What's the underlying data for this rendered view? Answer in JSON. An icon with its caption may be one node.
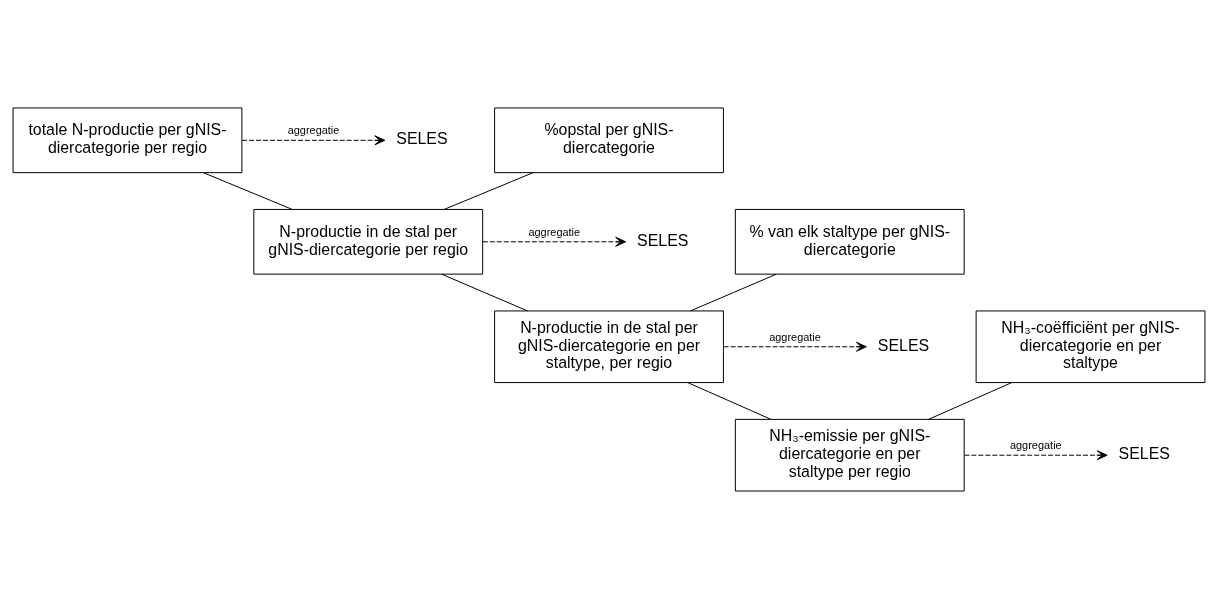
{
  "diagram": {
    "nodes": [
      {
        "text": [
          "totale N-productie per gNIS-diercategorie per regio"
        ]
      },
      {
        "text": [
          "%opstal per gNIS-diercategorie"
        ]
      },
      {
        "text": [
          "N-productie in de stal per gNIS-diercategorie per regio"
        ]
      },
      {
        "text": [
          "% van elk staltype per gNIS-diercategorie"
        ]
      },
      {
        "text": [
          "N-productie in de stal per gNIS-diercategorie en per staltype, per regio"
        ]
      },
      {
        "text": [
          "NH₃-coëfficiënt per gNIS-diercategorie en per staltype"
        ]
      },
      {
        "text": [
          "NH₃-emissie per gNIS-diercategorie en per staltype per regio"
        ]
      },
      {
        "text": [
          "SELES"
        ]
      },
      {
        "text": [
          "SELES"
        ]
      },
      {
        "text": [
          "SELES"
        ]
      },
      {
        "text": [
          "SELES"
        ]
      }
    ],
    "edges": [
      {
        "from": 0,
        "to": 2,
        "arrow": "none"
      },
      {
        "from": 1,
        "to": 2,
        "arrow": "none"
      },
      {
        "from": 2,
        "to": 4,
        "arrow": "none"
      },
      {
        "from": 3,
        "to": 4,
        "arrow": "none"
      },
      {
        "from": 4,
        "to": 6,
        "arrow": "none"
      },
      {
        "from": 5,
        "to": 6,
        "arrow": "none"
      },
      {
        "from": 0,
        "to": 7,
        "arrow": "to",
        "label": "aggregatie",
        "style": "dashed"
      },
      {
        "from": 2,
        "to": 8,
        "arrow": "to",
        "label": "aggregatie",
        "style": "dashed"
      },
      {
        "from": 4,
        "to": 9,
        "arrow": "to",
        "label": "aggregatie",
        "style": "dashed"
      },
      {
        "from": 6,
        "to": 10,
        "arrow": "to",
        "label": "aggregatie",
        "style": "dashed"
      }
    ]
  }
}
